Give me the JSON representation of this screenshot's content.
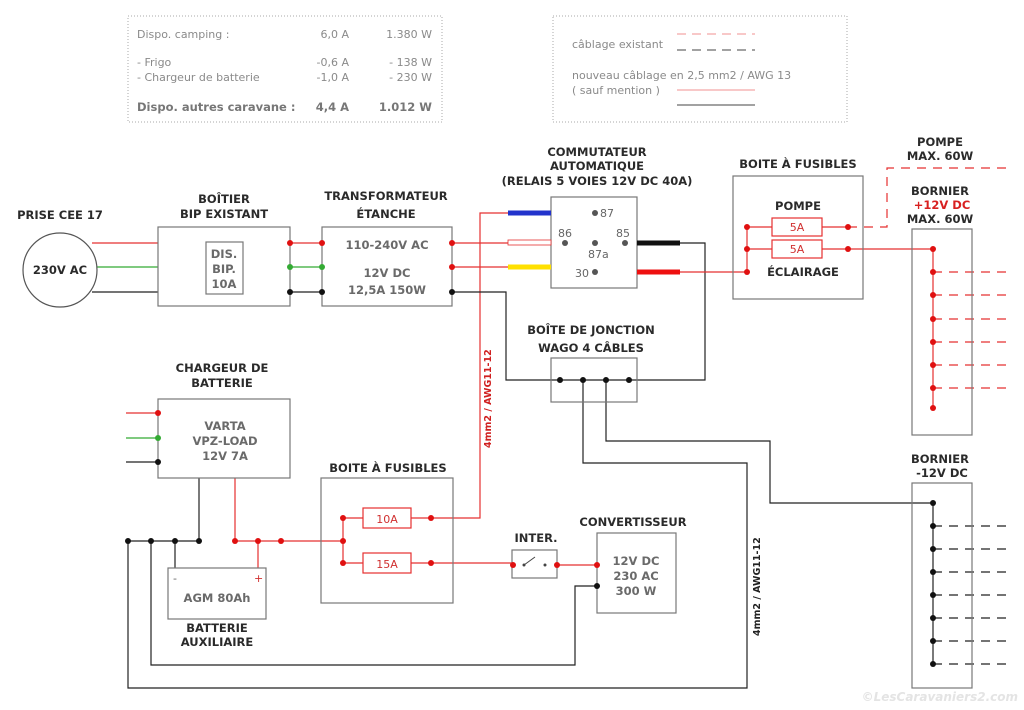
{
  "info_box": {
    "rows": [
      {
        "label": "Dispo. camping :",
        "amps": "6,0 A",
        "watts": "1.380 W"
      },
      {
        "label": "- Frigo",
        "amps": "-0,6 A",
        "watts": "- 138 W"
      },
      {
        "label": "- Chargeur de batterie",
        "amps": "-1,0 A",
        "watts": "- 230 W"
      }
    ],
    "total": {
      "label": "Dispo. autres caravane :",
      "amps": "4,4 A",
      "watts": "1.012 W"
    }
  },
  "legend": {
    "existing": "câblage existant",
    "new_line1": "nouveau câblage en 2,5 mm2 / AWG 13",
    "new_line2": "( sauf mention )"
  },
  "components": {
    "prise": {
      "title": "PRISE CEE 17",
      "text": "230V AC"
    },
    "bip": {
      "title1": "BOÎTIER",
      "title2": "BIP EXISTANT",
      "inner": [
        "DIS.",
        "BIP.",
        "10A"
      ]
    },
    "transfo": {
      "title1": "TRANSFORMATEUR",
      "title2": "ÉTANCHE",
      "line1": "110-240V AC",
      "line2": "12V DC",
      "line3": "12,5A 150W"
    },
    "relay": {
      "title1": "COMMUTATEUR",
      "title2": "AUTOMATIQUE",
      "title3": "(RELAIS 5 VOIES 12V DC 40A)",
      "pins": {
        "p87": "87",
        "p86": "86",
        "p85": "85",
        "p87a": "87a",
        "p30": "30"
      }
    },
    "fuse_top": {
      "title": "BOITE À FUSIBLES",
      "pompe": "POMPE",
      "eclairage": "ÉCLAIRAGE",
      "fuse1": "5A",
      "fuse2": "5A"
    },
    "pompe_label": {
      "line1": "POMPE",
      "line2": "MAX. 60W"
    },
    "bornier_plus": {
      "line1": "BORNIER",
      "line2": "+12V DC",
      "line3": "MAX. 60W"
    },
    "wago": {
      "title1": "BOÎTE DE JONCTION",
      "title2": "WAGO 4 CÂBLES"
    },
    "charger": {
      "title1": "CHARGEUR DE",
      "title2": "BATTERIE",
      "line1": "VARTA",
      "line2": "VPZ-LOAD",
      "line3": "12V 7A"
    },
    "fuse_bottom": {
      "title": "BOITE À FUSIBLES",
      "fuse1": "10A",
      "fuse2": "15A"
    },
    "inter": {
      "title": "INTER."
    },
    "converter": {
      "title": "CONVERTISSEUR",
      "line1": "12V DC",
      "line2": "230 AC",
      "line3": "300 W"
    },
    "battery": {
      "minus": "-",
      "plus": "+",
      "text": "AGM 80Ah",
      "title1": "BATTERIE",
      "title2": "AUXILIAIRE"
    },
    "bornier_minus": {
      "line1": "BORNIER",
      "line2": "-12V DC"
    }
  },
  "wire_labels": {
    "red": "4mm2 / AWG11-12",
    "black": "4mm2 / AWG11-12"
  },
  "watermark": "©LesCaravaniers2.com",
  "colors": {
    "live": "#e53030",
    "ground": "#33aa33",
    "neutral": "#222222",
    "relay_87": "#2233cc",
    "relay_87a": "#ffe000"
  }
}
